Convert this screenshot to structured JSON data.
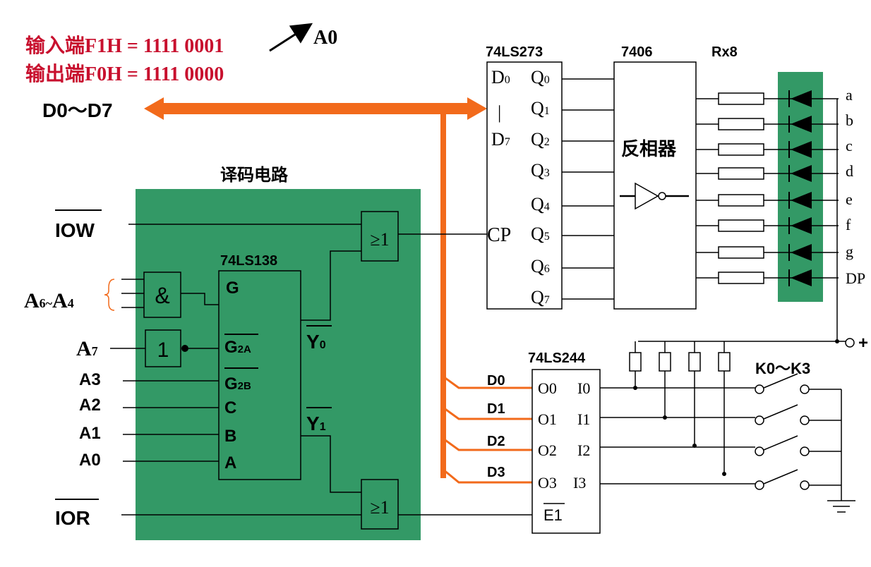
{
  "header": {
    "input_port_line": "输入端F1H = 1111  0001",
    "output_port_line": "输出端F0H = 1111  0000",
    "a0_label": "A0"
  },
  "bus": {
    "label": "D0～D7"
  },
  "decoder": {
    "title": "译码电路",
    "chip_name": "74LS138",
    "inputs": {
      "iow": "IOW",
      "ior": "IOR",
      "a6_a4_main": "A",
      "a6_sub": "6",
      "a6_mid": "~",
      "a4_main": "A",
      "a4_sub": "4",
      "a7_main": "A",
      "a7_sub": "7",
      "a3": "A3",
      "a2": "A2",
      "a1": "A1",
      "a0": "A0"
    },
    "and_gate_symbol": "&",
    "not_gate_symbol": "1",
    "or_gate_symbol": "≥1",
    "pins": {
      "g": "G",
      "g2a_main": "G",
      "g2a_sub": "2A",
      "g2b_main": "G",
      "g2b_sub": "2B",
      "c": "C",
      "b": "B",
      "a": "A",
      "y0_main": "Y",
      "y0_sub": "0",
      "y1_main": "Y",
      "y1_sub": "1"
    }
  },
  "latch": {
    "chip_name": "74LS273",
    "d0_main": "D",
    "d0_sub": "0",
    "bar": "|",
    "d7_main": "D",
    "d7_sub": "7",
    "cp": "CP",
    "q_main": "Q",
    "q_subs": [
      "0",
      "1",
      "2",
      "3",
      "4",
      "5",
      "6",
      "7"
    ]
  },
  "inverter": {
    "chip_name": "7406",
    "label": "反相器"
  },
  "resistors": {
    "label": "Rx8"
  },
  "segments": [
    "a",
    "b",
    "c",
    "d",
    "e",
    "f",
    "g",
    "DP"
  ],
  "buffer": {
    "chip_name": "74LS244",
    "outputs": [
      "O0",
      "O1",
      "O2",
      "O3"
    ],
    "inputs": [
      "I0",
      "I1",
      "I2",
      "I3"
    ],
    "enable": "E1",
    "data_lines": [
      "D0",
      "D1",
      "D2",
      "D3"
    ]
  },
  "switches": {
    "label": "K0～K3"
  },
  "power": {
    "label": "+"
  },
  "colors": {
    "bus": "#f26a1b",
    "decoder_bg": "#339966",
    "led_bg": "#339966",
    "title_red": "#c8102e"
  }
}
